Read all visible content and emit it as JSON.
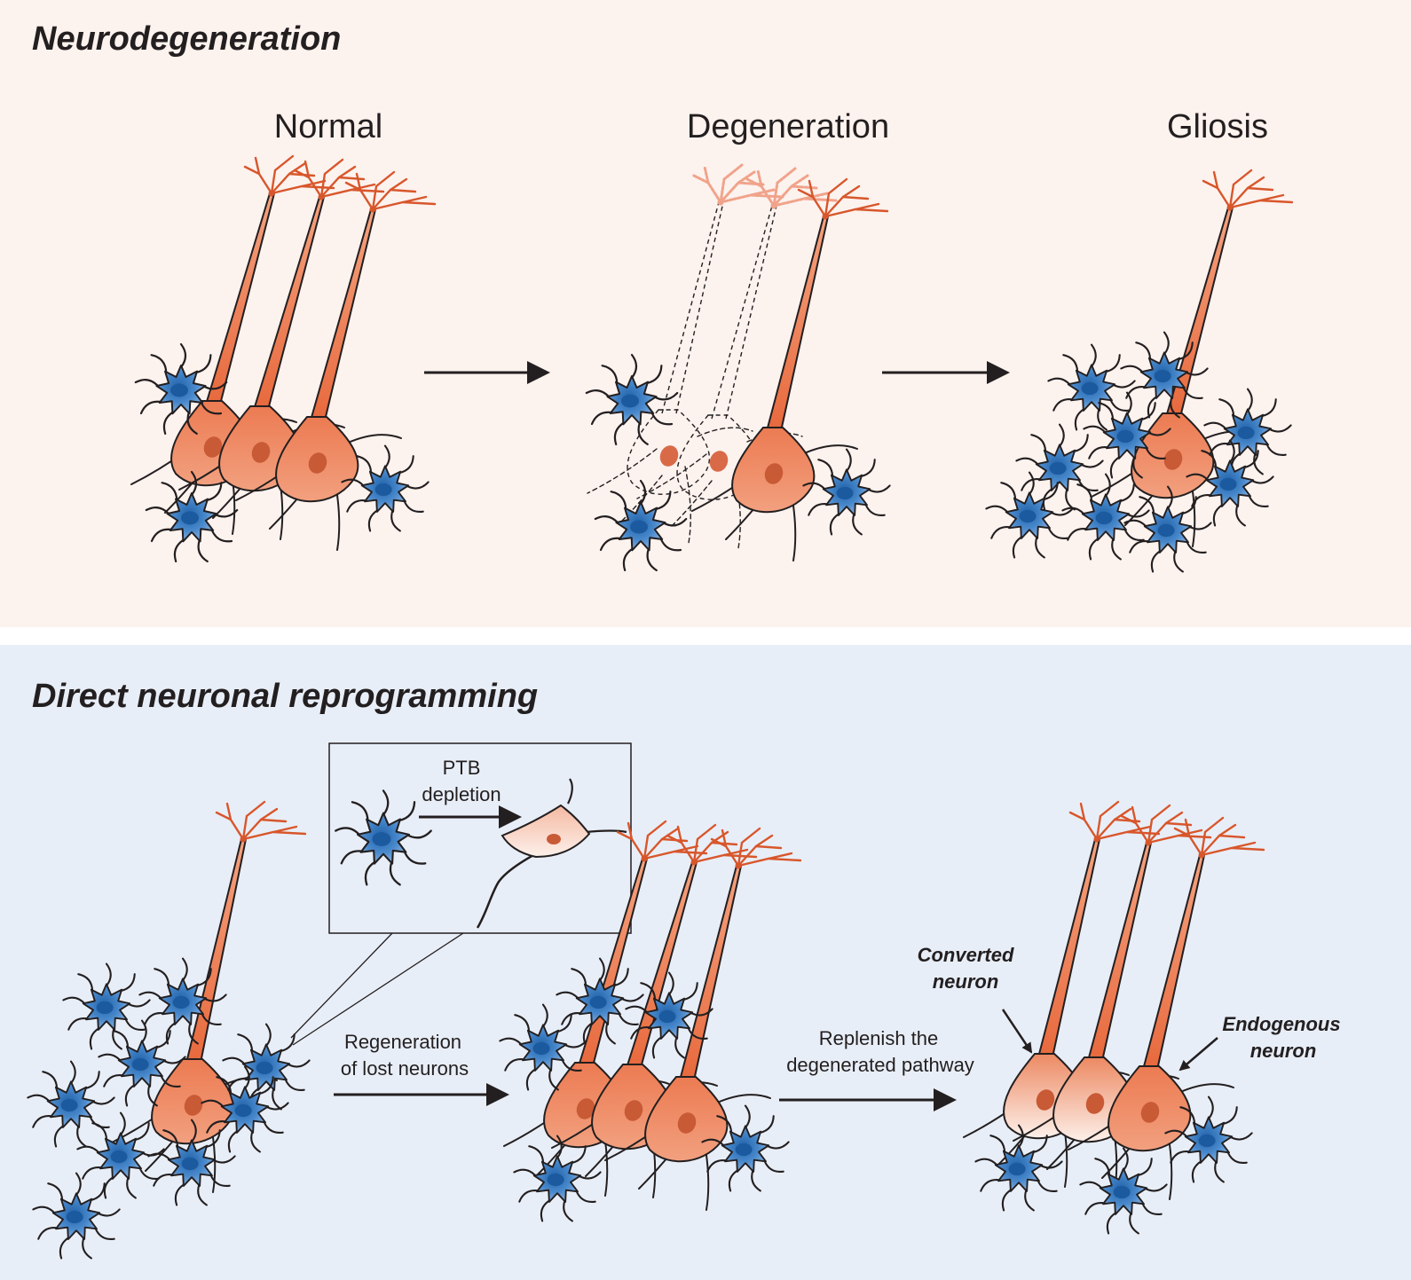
{
  "panels": {
    "top": {
      "title": "Neurodegeneration",
      "stages": [
        "Normal",
        "Degeneration",
        "Gliosis"
      ]
    },
    "bottom": {
      "title": "Direct neuronal reprogramming",
      "inset": {
        "line1": "PTB",
        "line2": "depletion"
      },
      "arrow1": {
        "line1": "Regeneration",
        "line2": "of lost neurons"
      },
      "arrow2": {
        "line1": "Replenish the",
        "line2": "degenerated pathway"
      },
      "converted": {
        "line1": "Converted",
        "line2": "neuron"
      },
      "endogenous": {
        "line1": "Endogenous",
        "line2": "neuron"
      }
    }
  },
  "colors": {
    "top_bg": "#fcf2ee",
    "bottom_bg": "#e8eef7",
    "neuron": "#ec7b52",
    "astrocyte": "#3f80c4"
  }
}
